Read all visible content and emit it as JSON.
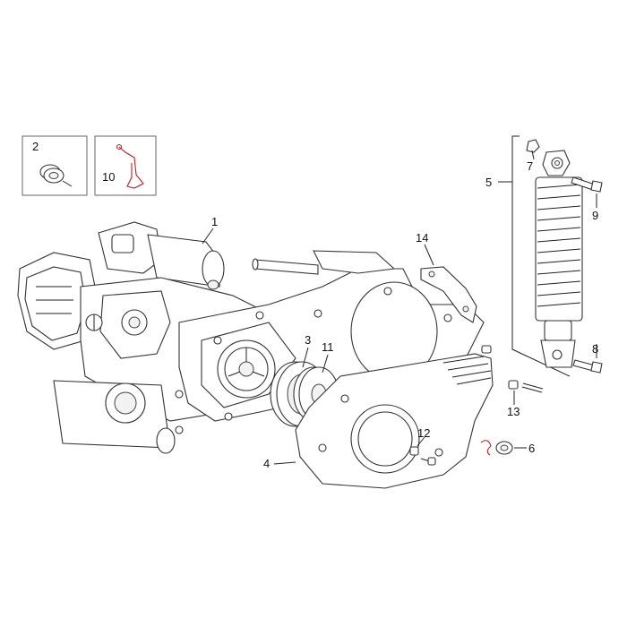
{
  "callouts": {
    "c1": "1",
    "c2": "2",
    "c3": "3",
    "c4": "4",
    "c5": "5",
    "c6": "6",
    "c7": "7",
    "c8": "8",
    "c9": "9",
    "c10": "10",
    "c11": "11",
    "c12": "12",
    "c13": "13",
    "c14": "14"
  },
  "colors": {
    "line": "#222222",
    "highlight": "#b51f1f"
  }
}
